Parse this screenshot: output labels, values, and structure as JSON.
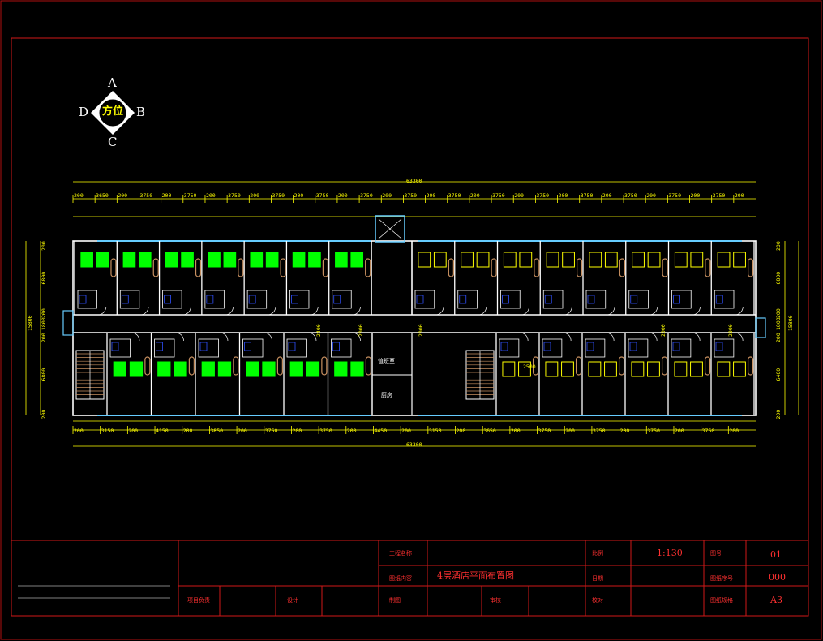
{
  "compass": {
    "top": "A",
    "left": "D",
    "right": "B",
    "bottom": "C",
    "center": "方位"
  },
  "dimensions": {
    "total_top": "63300",
    "total_bottom": "63300",
    "top_segments": [
      "200",
      "3650",
      "200",
      "3750",
      "200",
      "3750",
      "200",
      "3750",
      "200",
      "3750",
      "200",
      "3750",
      "200",
      "3750",
      "200",
      "3750",
      "200",
      "3750",
      "200",
      "3750",
      "200",
      "3750",
      "200",
      "3750",
      "200",
      "3750",
      "200",
      "3750",
      "200",
      "3750",
      "200"
    ],
    "bottom_segments": [
      "200",
      "3150",
      "200",
      "4150",
      "200",
      "3850",
      "200",
      "3750",
      "200",
      "3750",
      "200",
      "4450",
      "200",
      "3150",
      "200",
      "3650",
      "200",
      "3750",
      "200",
      "3750",
      "200",
      "3750",
      "200",
      "3750",
      "200"
    ],
    "left_total": "15800",
    "right_total": "15800",
    "left_segments": [
      "200",
      "6800",
      "200",
      "1800",
      "200",
      "6800",
      "200"
    ],
    "right_segments": [
      "200",
      "6800",
      "200",
      "1800",
      "200",
      "6400",
      "200"
    ],
    "corridor_marks": [
      "2400",
      "2000",
      "2000",
      "2000",
      "2000"
    ],
    "room_mark": "2500"
  },
  "rooms": {
    "room_a": "值班室",
    "room_b": "厨房"
  },
  "title_block": {
    "project_name_label": "工程名称",
    "drawing_content_label": "图纸内容",
    "drawing_title": "4层酒店平面布置图",
    "design_label": "项目负责",
    "designer_label": "设计",
    "draw_label": "制图",
    "review_label": "审核",
    "scale_label": "比例",
    "scale_value": "1:130",
    "date_label": "日期",
    "check_label": "校对",
    "drawing_no_label": "图号",
    "drawing_no_value": "01",
    "sequence_label": "图纸序号",
    "sequence_value": "000",
    "size_label": "图纸规格",
    "size_value": "A3"
  },
  "colors": {
    "background": "#000000",
    "frame": "#d01818",
    "dimension": "#ffff00",
    "wall": "#ffffff",
    "window": "#66ccff",
    "door": "#ffffff",
    "bed_standard": "#00ff00",
    "bed_suite": "#ffff00",
    "wardrobe": "#c89060",
    "sanitary": "#3050ff",
    "title_text": "#ff3030"
  }
}
